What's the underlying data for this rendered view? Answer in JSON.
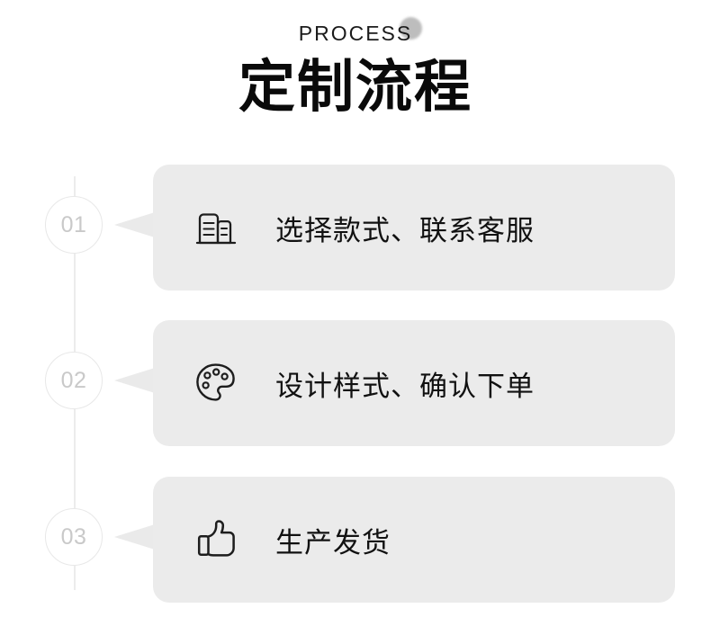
{
  "header": {
    "eyebrow": "PROCESS",
    "eyebrow_dot": "decorative-gray-dot",
    "title": "定制流程"
  },
  "theme": {
    "page_bg": "#ffffff",
    "card_bg": "#ebebeb",
    "pointer_color": "#eaeaea",
    "title_color": "#0a0a0a",
    "label_color": "#111111",
    "number_color": "#c9c9c9",
    "circle_border": "#e8e8e8",
    "rail_color": "#ececec",
    "icon_stroke": "#1d1d1d",
    "dot_color": "#b8b8b8"
  },
  "steps": [
    {
      "number": "01",
      "icon": "buildings-icon",
      "label": "选择款式、联系客服"
    },
    {
      "number": "02",
      "icon": "palette-icon",
      "label": "设计样式、确认下单"
    },
    {
      "number": "03",
      "icon": "thumbs-up-icon",
      "label": "生产发货"
    }
  ]
}
